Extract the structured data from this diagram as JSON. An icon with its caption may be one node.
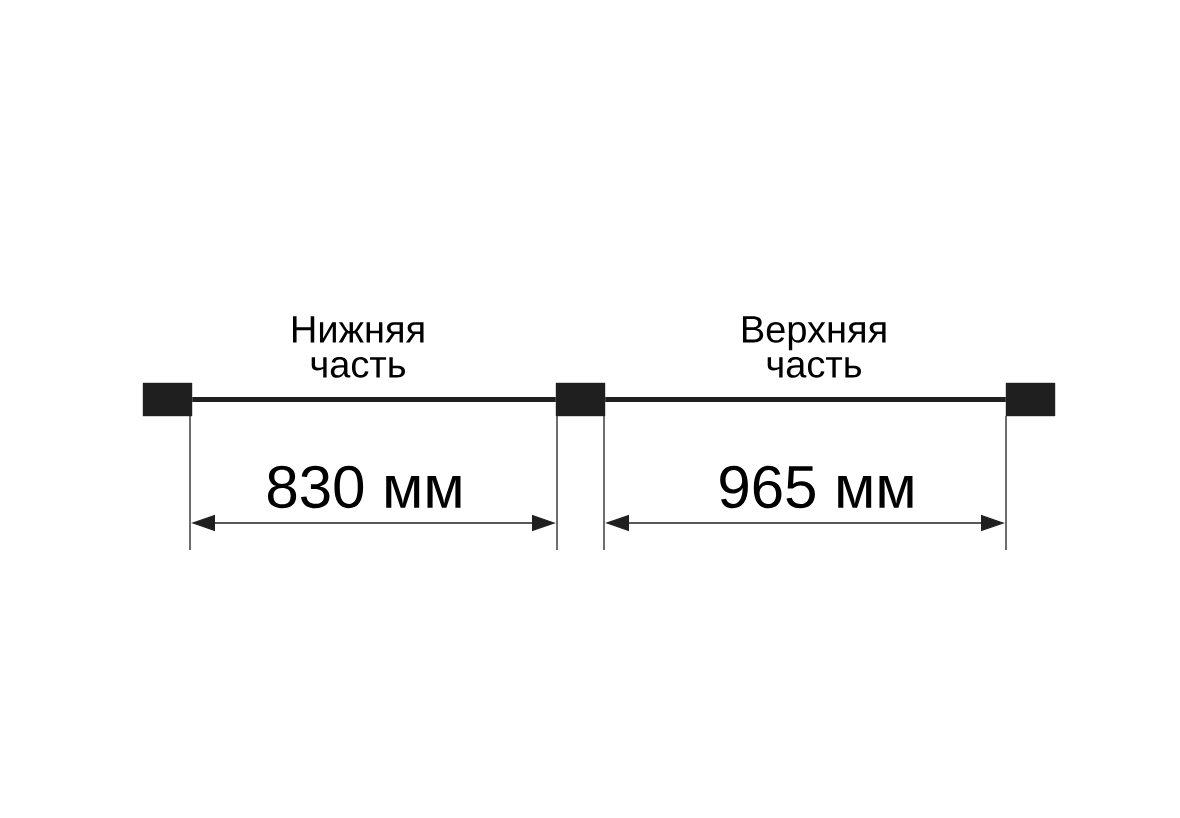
{
  "diagram": {
    "nodes": [
      {
        "text": [],
        "shape": "box"
      },
      {
        "text": [],
        "shape": "box"
      },
      {
        "text": [],
        "shape": "box"
      }
    ],
    "edges": [
      {
        "from": 0,
        "to": 1,
        "arrow": "none",
        "label": "Нижняя часть"
      },
      {
        "from": 1,
        "to": 2,
        "arrow": "none",
        "label": "Верхняя часть"
      }
    ],
    "labels": [
      "830 мм",
      "965 мм"
    ]
  }
}
